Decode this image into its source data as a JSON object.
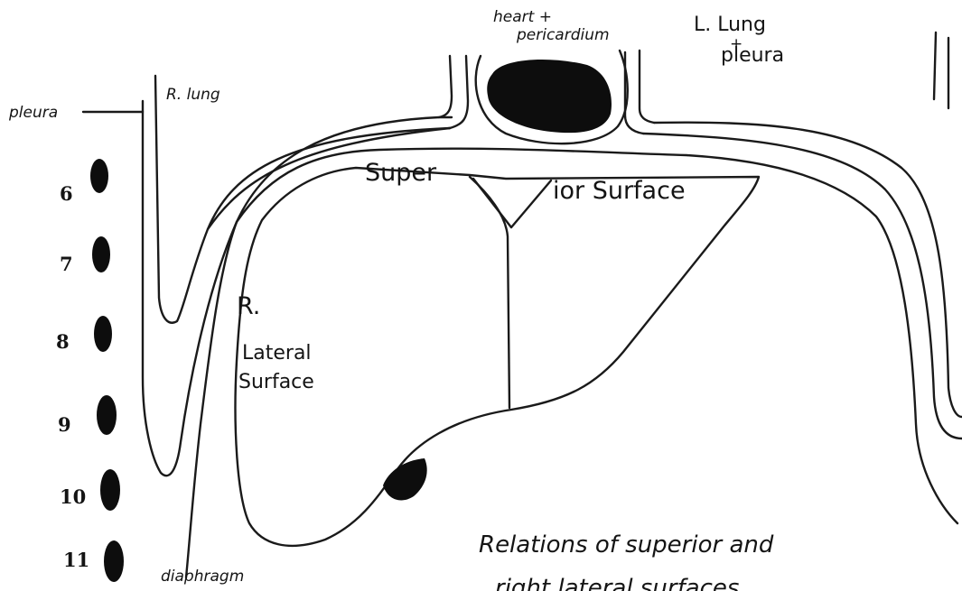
{
  "labels": {
    "heart": "heart +",
    "pericardium": "pericardium",
    "l_lung": "L. Lung",
    "l_lung_plus": "+",
    "l_pleura": "pleura",
    "pleura": "pleura",
    "r_lung": "R. lung",
    "superior_left": "Super",
    "superior_right": "ior Surface",
    "r": "R.",
    "lateral": "Lateral",
    "surface": "Surface",
    "diaphragm": "diaphragm",
    "caption_line1": "Relations of superior and",
    "caption_line2": "right lateral surfaces"
  },
  "ribs": [
    "6",
    "7",
    "8",
    "9",
    "10",
    "11"
  ]
}
